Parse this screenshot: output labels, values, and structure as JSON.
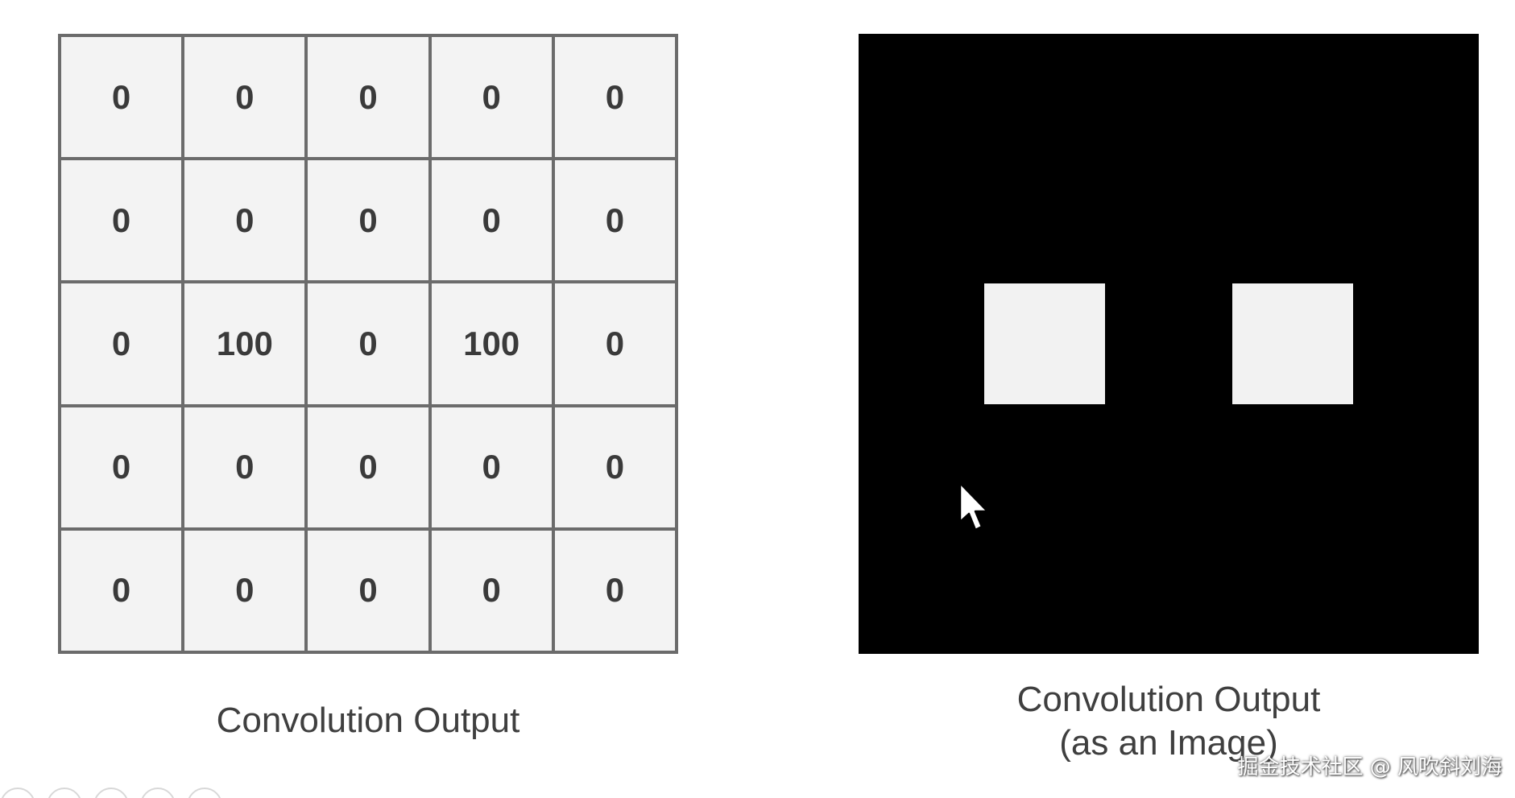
{
  "grid": {
    "rows": [
      [
        "0",
        "0",
        "0",
        "0",
        "0"
      ],
      [
        "0",
        "0",
        "0",
        "0",
        "0"
      ],
      [
        "0",
        "100",
        "0",
        "100",
        "0"
      ],
      [
        "0",
        "0",
        "0",
        "0",
        "0"
      ],
      [
        "0",
        "0",
        "0",
        "0",
        "0"
      ]
    ]
  },
  "captions": {
    "left": "Convolution Output",
    "right_line1": "Convolution Output",
    "right_line2": "(as an Image)"
  },
  "image": {
    "background_color": "#000000",
    "bright_color": "#f2f2f2"
  },
  "watermark": "掘金技术社区 @ 风吹斜刘海",
  "icons": {
    "cursor": "mouse-pointer-icon"
  }
}
